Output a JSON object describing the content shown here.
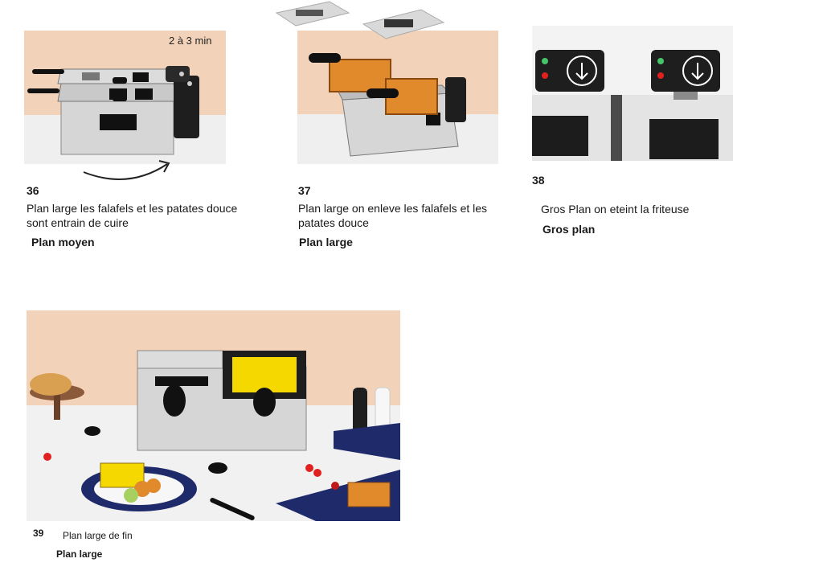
{
  "storyboard": {
    "frames": [
      {
        "number": "36",
        "description": "Plan large les falafels et les patates douce sont entrain de cuire",
        "shot": "Plan moyen",
        "note": "2 à 3 min"
      },
      {
        "number": "37",
        "description": "Plan large on enleve les falafels et les patates douce",
        "shot": "Plan large"
      },
      {
        "number": "38",
        "description": "Gros Plan on eteint la friteuse",
        "shot": "Gros plan"
      },
      {
        "number": "39",
        "description": "Plan large de fin",
        "shot": "Plan large"
      }
    ]
  },
  "colors": {
    "backdrop": "#f2d3b9",
    "steel": "#d9d9d9",
    "dark": "#1e1e1e",
    "navy": "#1f2a6b",
    "fries": "#f5d800",
    "falafel": "#e08a2c"
  }
}
